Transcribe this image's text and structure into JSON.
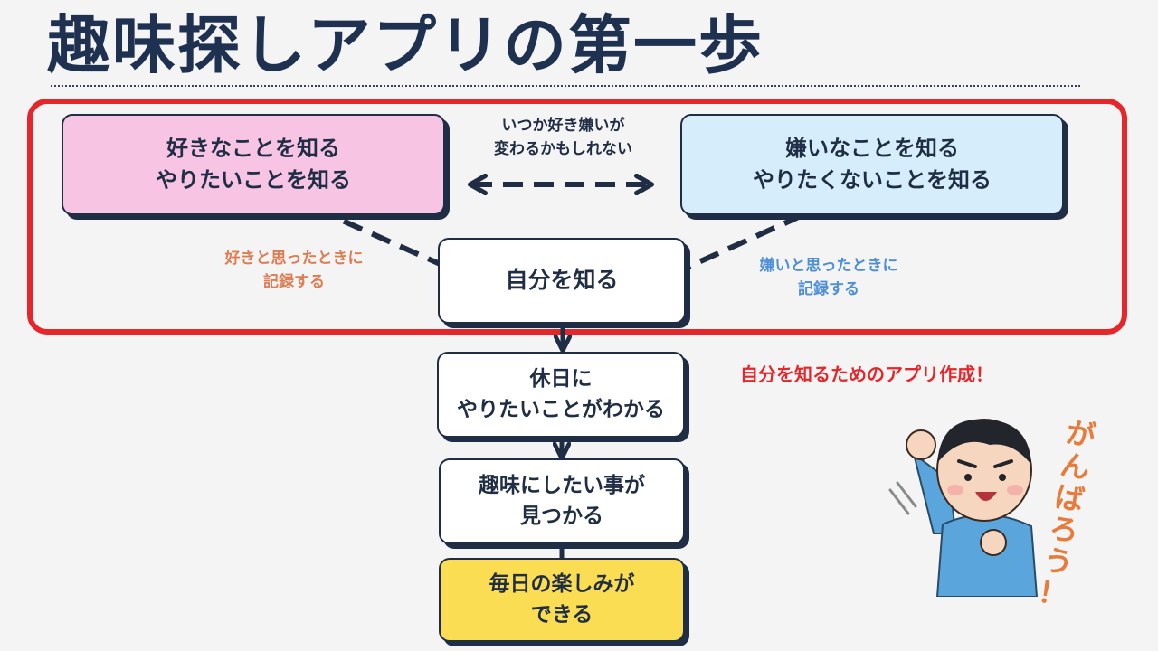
{
  "slide": {
    "title": "趣味探しアプリの第一歩"
  },
  "boxes": {
    "like": {
      "line1": "好きなことを知る",
      "line2": "やりたいことを知る"
    },
    "dislike": {
      "line1": "嫌いなことを知る",
      "line2": "やりたくないことを知る"
    },
    "self": {
      "line1": "自分を知る"
    },
    "holiday": {
      "line1": "休日に",
      "line2": "やりたいことがわかる"
    },
    "hobby": {
      "line1": "趣味にしたい事が",
      "line2": "見つかる"
    },
    "daily": {
      "line1": "毎日の楽しみが",
      "line2": "できる"
    }
  },
  "notes": {
    "change": {
      "line1": "いつか好き嫌いが",
      "line2": "変わるかもしれない"
    },
    "like_record": {
      "line1": "好きと思ったときに",
      "line2": "記録する"
    },
    "dislike_record": {
      "line1": "嫌いと思ったときに",
      "line2": "記録する"
    },
    "app_creation": "自分を知るためのアプリ作成！"
  },
  "illustration": {
    "shout_chars": [
      "が",
      "ん",
      "ば",
      "ろ",
      "う",
      "！"
    ]
  },
  "colors": {
    "frame_red": "#e5262a",
    "navy": "#1f2d45",
    "pink_box": "#f8c4e4",
    "blue_box": "#d6eefb",
    "yellow_box": "#fadd52",
    "like_note": "#e07b52",
    "dislike_note": "#4d8fd8"
  }
}
